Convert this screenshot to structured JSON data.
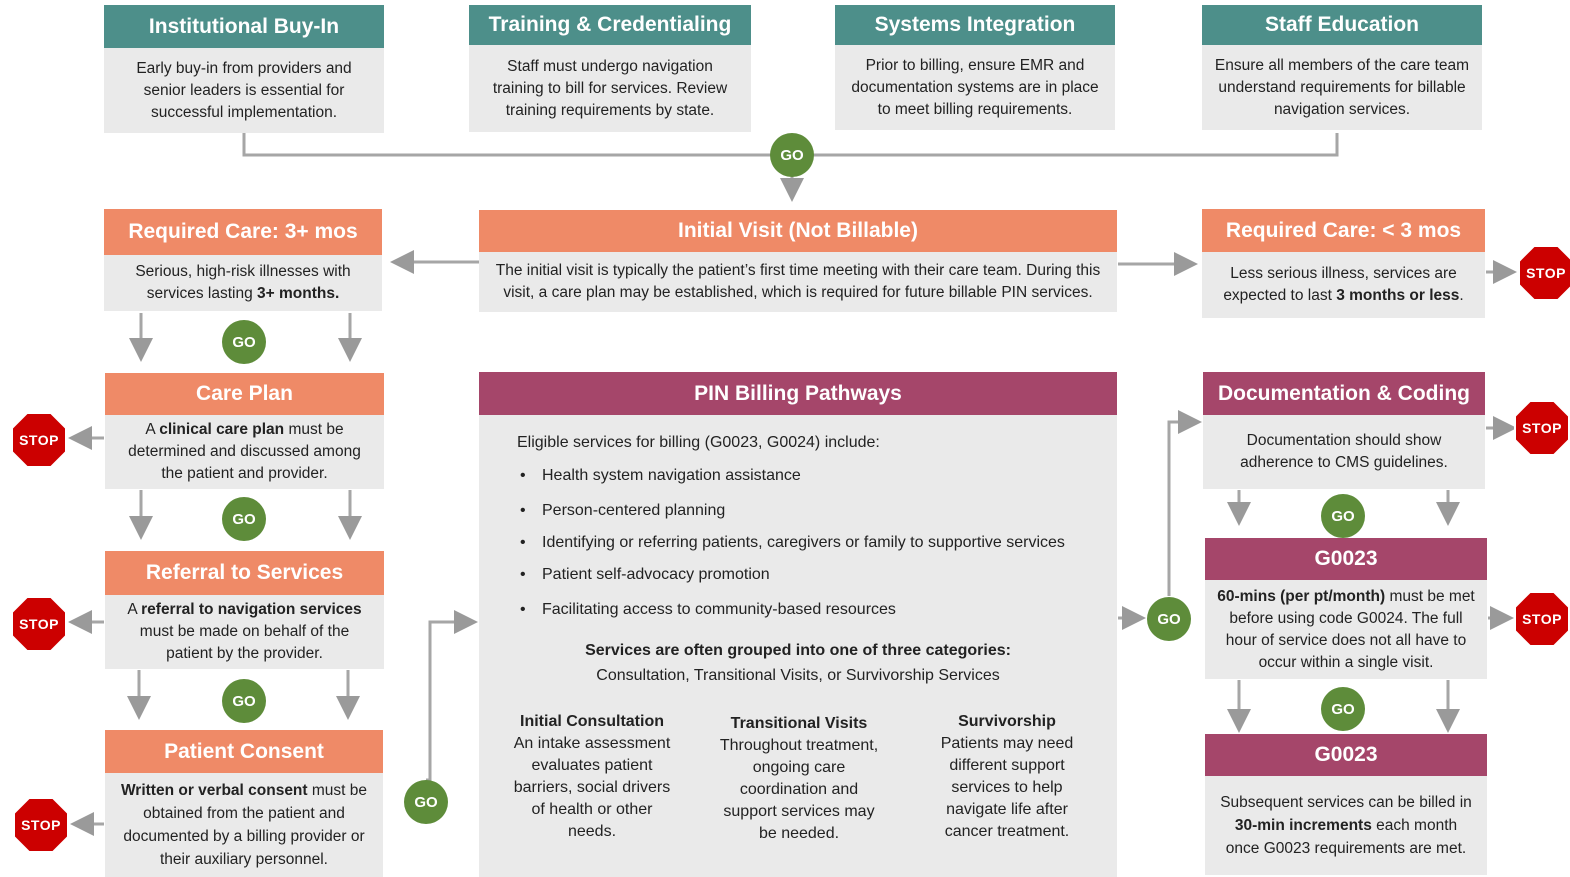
{
  "top": [
    {
      "title": "Institutional Buy-In",
      "body": "Early buy-in from providers and senior leaders is essential for successful implementation."
    },
    {
      "title": "Training & Credentialing",
      "body": "Staff must undergo navigation training to bill for services. Review training requirements by state."
    },
    {
      "title": "Systems Integration",
      "body": "Prior to billing, ensure EMR and documentation systems are in place to meet billing requirements."
    },
    {
      "title": "Staff Education",
      "body": "Ensure all members of the care team understand requirements for billable navigation services."
    }
  ],
  "initial": {
    "title": "Initial Visit (Not Billable)",
    "body": "The initial visit is typically the patient’s first time meeting with their care team. During this visit, a care plan may be established, which is required for future billable PIN services."
  },
  "req_long": {
    "title": "Required Care: 3+ mos",
    "body_pre": "Serious, high-risk illnesses with services lasting ",
    "body_bold": "3+ months."
  },
  "req_short": {
    "title": "Required Care: < 3 mos",
    "body_pre": "Less serious illness, services are expected to last ",
    "body_bold": "3 months or less",
    "body_post": "."
  },
  "care_plan": {
    "title": "Care Plan",
    "body_pre": "A ",
    "body_bold": "clinical care plan",
    "body_post": " must be determined and discussed among the patient and provider."
  },
  "referral": {
    "title": "Referral to Services",
    "body_pre": "A ",
    "body_bold": "referral to navigation services",
    "body_post": " must be made on behalf of the patient by the provider."
  },
  "consent": {
    "title": "Patient Consent",
    "body_bold": "Written or verbal consent",
    "body_post": " must be obtained from the patient and documented by a billing provider or their auxiliary personnel."
  },
  "pin": {
    "title": "PIN Billing Pathways",
    "intro": "Eligible services for billing (G0023, G0024) include:",
    "items": [
      "Health system navigation assistance",
      "Person-centered planning",
      "Identifying or referring patients, caregivers or family to supportive services",
      "Patient self-advocacy promotion",
      "Facilitating access to community-based resources"
    ],
    "group_heading": "Services are often grouped into one of three categories:",
    "group_sub": "Consultation, Transitional Visits, or Survivorship Services",
    "categories": [
      {
        "title": "Initial Consultation",
        "body": "An intake assessment evaluates patient barriers, social drivers of health or other needs."
      },
      {
        "title": "Transitional Visits",
        "body": "Throughout treatment, ongoing care coordination and support services may be needed."
      },
      {
        "title": "Survivorship",
        "body": "Patients may need different support services to help navigate life after cancer treatment."
      }
    ]
  },
  "doc": {
    "title": "Documentation & Coding",
    "body": "Documentation should show adherence to CMS guidelines."
  },
  "g1": {
    "title": "G0023",
    "body_bold": "60-mins (per pt/month)",
    "body_post": " must be met before using code G0024. The full hour of service does not all have to occur within a single visit."
  },
  "g2": {
    "title": "G0023",
    "body_pre": "Subsequent services can be billed in ",
    "body_bold": "30-min increments",
    "body_post": " each month once G0023 requirements are met."
  },
  "labels": {
    "go": "GO",
    "stop": "STOP"
  },
  "colors": {
    "teal": "#4d8f8a",
    "orange": "#ef8a67",
    "plum": "#a5466a",
    "go": "#5e8c3a",
    "stop": "#cc0000",
    "panel": "#eaeaea",
    "line": "#9a9a9a"
  }
}
